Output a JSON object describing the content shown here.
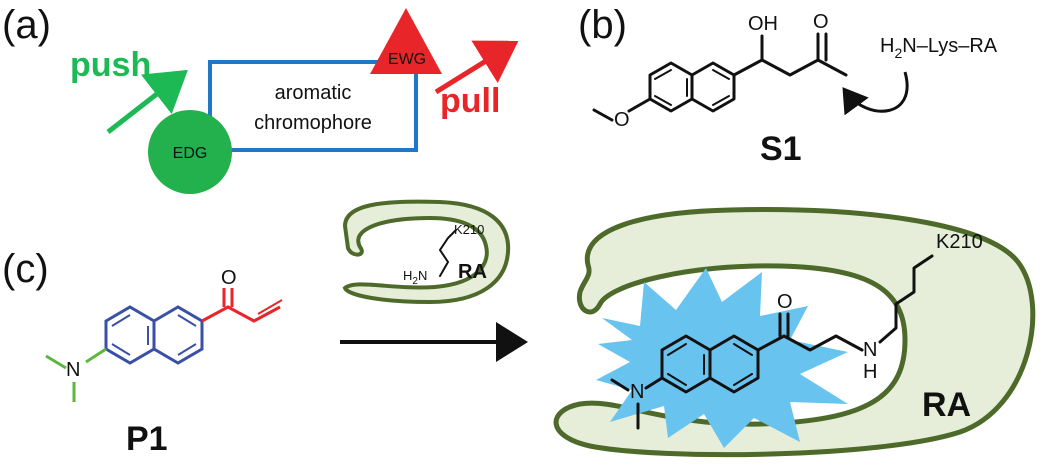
{
  "panels": {
    "a": "(a)",
    "b": "(b)",
    "c": "(c)"
  },
  "panel_a": {
    "push": "push",
    "pull": "pull",
    "box_line1": "aromatic",
    "box_line2": "chromophore",
    "edg": "EDG",
    "ewg": "EWG"
  },
  "panel_b": {
    "oh": "OH",
    "o": "O",
    "h": "H",
    "sub2": "2",
    "n_lys_ra": "N–Lys–RA",
    "compound": "S1",
    "methoxy_o": "O"
  },
  "panel_c": {
    "compound_p1": "P1",
    "p1_n": "N",
    "p1_o": "O",
    "ra_small": "RA",
    "k210_small": "K210",
    "h2n_h": "H",
    "h2n_sub": "2",
    "h2n_n": "N",
    "ra_big": "RA",
    "k210_big": "K210",
    "product_o": "O",
    "product_n": "N",
    "product_nh_n": "N",
    "product_nh_h": "H"
  },
  "colors": {
    "push_green": "#1db954",
    "pull_red": "#e8262a",
    "edg_green": "#23b14d",
    "box_blue": "#1f78c8",
    "ring_blue": "#3a4fa8",
    "amine_green": "#5cb83c",
    "enone_red": "#e8262a",
    "pocket_fill": "#e6eed9",
    "pocket_stroke": "#4e6a2a",
    "burst_blue": "#69c3ef"
  }
}
